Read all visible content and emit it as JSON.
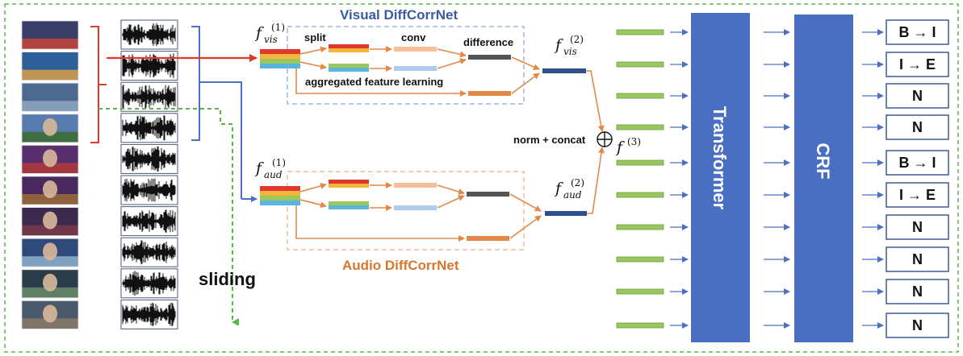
{
  "labels": {
    "visual_title": "Visual DiffCorrNet",
    "audio_title": "Audio DiffCorrNet",
    "split": "split",
    "conv": "conv",
    "difference": "difference",
    "aggregated": "aggregated feature learning",
    "norm_concat": "norm + concat",
    "sliding": "sliding",
    "transformer": "Transformer",
    "crf": "CRF"
  },
  "math": {
    "f": "f",
    "vis_sub": "vis",
    "aud_sub": "aud",
    "sup1": "(1)",
    "sup2": "(2)",
    "sup3": "(3)",
    "oplus": "⊕"
  },
  "outputs": [
    "B → I",
    "I → E",
    "N",
    "N",
    "B → I",
    "I → E",
    "N",
    "N",
    "N",
    "N"
  ],
  "colors": {
    "visual_accent": "#3d5a9e",
    "audio_accent": "#d8762e",
    "block_blue": "#4a6fc0",
    "arrow_blue": "#4a72c0",
    "arrow_red": "#e0392b",
    "arrow_orange": "#e2894a",
    "sliding_green": "#5cb54a",
    "feature_green": "#9ac85f"
  }
}
